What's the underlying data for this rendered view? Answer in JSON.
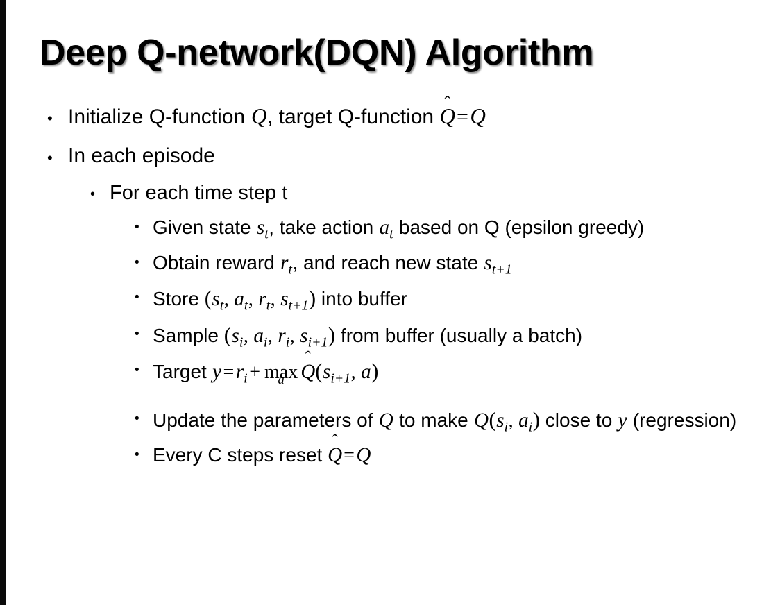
{
  "slide": {
    "title": "Deep Q-network(DQN) Algorithm",
    "background_color": "#ffffff",
    "text_color": "#000000",
    "edge_band_color": "#0a0a0a",
    "bullet_glyph": "•"
  },
  "bullets": {
    "b1": {
      "level": 1,
      "p1": "Initialize Q-function ",
      "v_Q1": "Q",
      "p2": ", target Q-function ",
      "v_Qhat": "Q",
      "hat": "̂",
      "eq": "=",
      "v_Q2": "Q"
    },
    "b2": {
      "level": 1,
      "text": "In each episode"
    },
    "b3": {
      "level": 2,
      "text": "For each time step t"
    },
    "b4": {
      "level": 3,
      "p1": "Given state ",
      "v_s": "s",
      "sub_s": "t",
      "p2": ", take action ",
      "v_a": "a",
      "sub_a": "t",
      "p3": " based on Q (epsilon greedy)"
    },
    "b5": {
      "level": 3,
      "p1": "Obtain reward ",
      "v_r": "r",
      "sub_r": "t",
      "p2": ", and reach new state ",
      "v_s2": "s",
      "sub_s2": "t+1"
    },
    "b6": {
      "level": 3,
      "p1": "Store ",
      "open": "(",
      "v_s": "s",
      "sub_s": "t",
      "c1": ", ",
      "v_a": "a",
      "sub_a": "t",
      "c2": ", ",
      "v_r": "r",
      "sub_r": "t",
      "c3": ", ",
      "v_s2": "s",
      "sub_s2": "t+1",
      "close": ")",
      "p2": " into buffer"
    },
    "b7": {
      "level": 3,
      "p1": "Sample ",
      "open": "(",
      "v_s": "s",
      "sub_s": "i",
      "c1": ", ",
      "v_a": "a",
      "sub_a": "i",
      "c2": ", ",
      "v_r": "r",
      "sub_r": "i",
      "c3": ", ",
      "v_s2": "s",
      "sub_s2": "i+1",
      "close": ")",
      "p2": " from buffer (usually a batch)"
    },
    "b8": {
      "level": 3,
      "p1": "Target ",
      "v_y": "y",
      "eq": "=",
      "v_r": "r",
      "sub_r": "i",
      "plus": "+",
      "op": "max",
      "op_limit": "a",
      "v_Qhat": "Q",
      "hat": "̂",
      "open": "(",
      "v_s": "s",
      "sub_s": "i+1",
      "c1": ", ",
      "v_a": "a",
      "close": ")"
    },
    "b9": {
      "level": 3,
      "p1": "Update the parameters of ",
      "v_Q1": "Q",
      "p2": " to make ",
      "v_Q2": "Q",
      "open": "(",
      "v_s": "s",
      "sub_s": "i",
      "c1": ", ",
      "v_a": "a",
      "sub_a": "i",
      "close": ")",
      "p3": " close to ",
      "v_y": "y",
      "p4": " (regression)"
    },
    "b10": {
      "level": 3,
      "p1": "Every C steps reset ",
      "v_Qhat": "Q",
      "hat": "̂",
      "eq": "=",
      "v_Q": "Q"
    }
  }
}
